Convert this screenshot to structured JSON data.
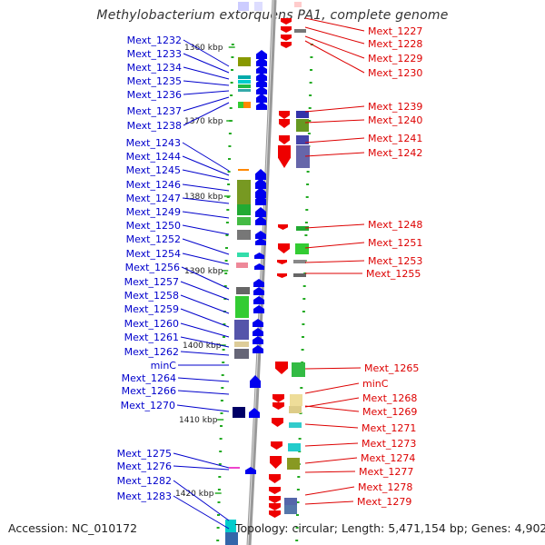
{
  "title": "Methylobacterium extorquens PA1, complete genome",
  "footer": {
    "accession": "Accession: NC_010172",
    "topology": "Topology: circular",
    "length": "Length: 5,471,154 bp",
    "genes": "Genes: 4,902"
  },
  "colors": {
    "backbone": "#999999",
    "forward_label": "#0000cc",
    "reverse_label": "#dd0000",
    "forward_arrow": "#0000ee",
    "reverse_arrow": "#ee0000",
    "tick": "#22aa22"
  },
  "scale_labels": [
    "1360 kbp",
    "1370 kbp",
    "1380 kbp",
    "1390 kbp",
    "1400 kbp",
    "1410 kbp",
    "1420 kbp"
  ],
  "forward_genes": [
    "Mext_1232",
    "Mext_1233",
    "Mext_1234",
    "Mext_1235",
    "Mext_1236",
    "Mext_1237",
    "Mext_1238",
    "Mext_1243",
    "Mext_1244",
    "Mext_1245",
    "Mext_1246",
    "Mext_1247",
    "Mext_1249",
    "Mext_1250",
    "Mext_1252",
    "Mext_1254",
    "Mext_1256",
    "Mext_1257",
    "Mext_1258",
    "Mext_1259",
    "Mext_1260",
    "Mext_1261",
    "Mext_1262",
    "minC",
    "Mext_1264",
    "Mext_1266",
    "Mext_1270",
    "Mext_1275",
    "Mext_1276",
    "Mext_1282",
    "Mext_1283"
  ],
  "reverse_genes": [
    "Mext_1227",
    "Mext_1228",
    "Mext_1229",
    "Mext_1230",
    "Mext_1239",
    "Mext_1240",
    "Mext_1241",
    "Mext_1242",
    "Mext_1248",
    "Mext_1251",
    "Mext_1253",
    "Mext_1255",
    "Mext_1265",
    "minC",
    "Mext_1268",
    "Mext_1269",
    "Mext_1271",
    "Mext_1273",
    "Mext_1274",
    "Mext_1277",
    "Mext_1278",
    "Mext_1279"
  ]
}
